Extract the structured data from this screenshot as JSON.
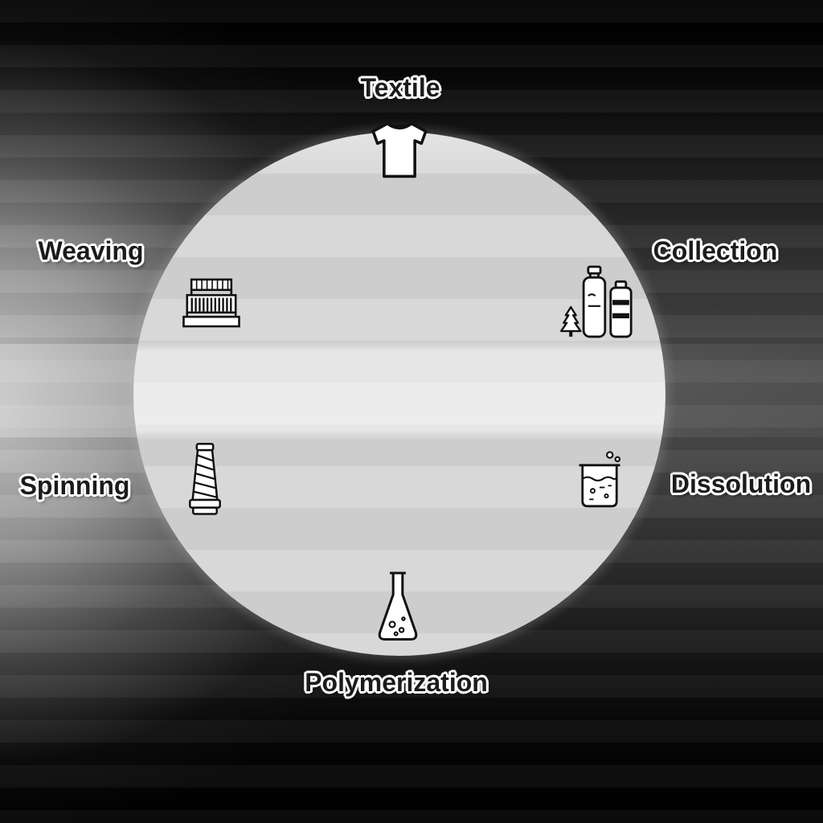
{
  "diagram": {
    "type": "cycle",
    "subject": "textile-recycling-process",
    "stages": [
      {
        "id": "textile",
        "label": "Textile",
        "icon": "tshirt-icon",
        "position": "top"
      },
      {
        "id": "collection",
        "label": "Collection",
        "icon": "plastic-bottles-icon",
        "position": "upper-right"
      },
      {
        "id": "dissolution",
        "label": "Dissolution",
        "icon": "beaker-icon",
        "position": "lower-right"
      },
      {
        "id": "polymerization",
        "label": "Polymerization",
        "icon": "erlenmeyer-flask-icon",
        "position": "bottom"
      },
      {
        "id": "spinning",
        "label": "Spinning",
        "icon": "yarn-cone-icon",
        "position": "lower-left"
      },
      {
        "id": "weaving",
        "label": "Weaving",
        "icon": "loom-icon",
        "position": "upper-left"
      }
    ],
    "colors": {
      "background_dark": "#000000",
      "background_glow": "#aaaaaa",
      "circle_fill": "#d6d6d6",
      "label_text": "#1b1b1b",
      "label_outline": "#ffffff",
      "icon_stroke": "#111111",
      "icon_fill": "#ffffff"
    }
  }
}
